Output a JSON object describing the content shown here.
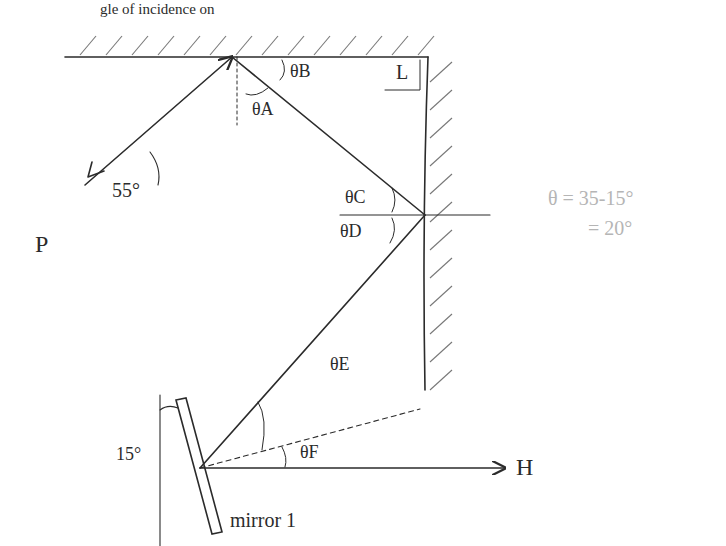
{
  "diagram": {
    "labels": [
      "gle of incidence on",
      "P",
      "55°",
      "θB",
      "L",
      "θA",
      "θC",
      "θD",
      "θE",
      "θF",
      "15°",
      "H",
      "mirror 1",
      "θ = 35-15°",
      "= 20°"
    ]
  }
}
